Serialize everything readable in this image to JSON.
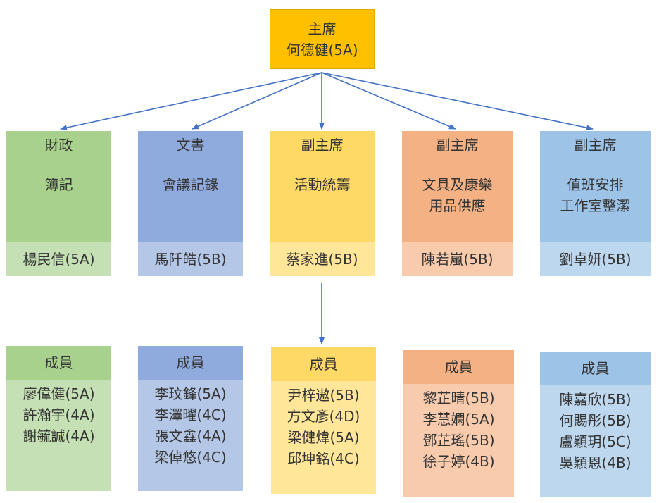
{
  "chairman": {
    "title": "主席",
    "name": "何德健(5A)"
  },
  "roles": [
    {
      "title": "財政",
      "duty_lines": [
        "簿記"
      ],
      "name": "楊民信(5A)",
      "members_title": "成員",
      "members": [
        "廖偉健(5A)",
        "許瀚宇(4A)",
        "謝毓誠(4A)"
      ]
    },
    {
      "title": "文書",
      "duty_lines": [
        "會議記錄"
      ],
      "name": "馬阡皓(5B)",
      "members_title": "成員",
      "members": [
        "李玟鋒(5A)",
        "李澤曜(4C)",
        "張文鑫(4A)",
        "梁倬悠(4C)"
      ]
    },
    {
      "title": "副主席",
      "duty_lines": [
        "活動統籌"
      ],
      "name": "蔡家進(5B)",
      "members_title": "成員",
      "members": [
        "尹梓遨(5B)",
        "方文彥(4D)",
        "梁健煒(5A)",
        "邱坤銘(4C)"
      ]
    },
    {
      "title": "副主席",
      "duty_lines": [
        "文具及康樂",
        "用品供應"
      ],
      "name": "陳若嵐(5B)",
      "members_title": "成員",
      "members": [
        "黎芷晴(5B)",
        "李慧嫻(5A)",
        "鄧芷瑤(5B)",
        "徐子婷(4B)"
      ]
    },
    {
      "title": "副主席",
      "duty_lines": [
        "值班安排",
        "工作室整潔"
      ],
      "name": "劉卓妍(5B)",
      "members_title": "成員",
      "members": [
        "陳嘉欣(5B)",
        "何賜彤(5B)",
        "盧穎玥(5C)",
        "吳穎恩(4B)"
      ]
    }
  ],
  "colors": {
    "chairman": "#ffc000",
    "finance": [
      "#a9d18e",
      "#c5e0b4"
    ],
    "secretary": [
      "#8faadc",
      "#b4c7e7"
    ],
    "vice_chair_activities": [
      "#ffd966",
      "#ffe699"
    ],
    "vice_chair_supplies": [
      "#f4b183",
      "#f8cbad"
    ],
    "vice_chair_duty": [
      "#9dc3e6",
      "#bdd7ee"
    ],
    "connector": "#4472c4"
  }
}
